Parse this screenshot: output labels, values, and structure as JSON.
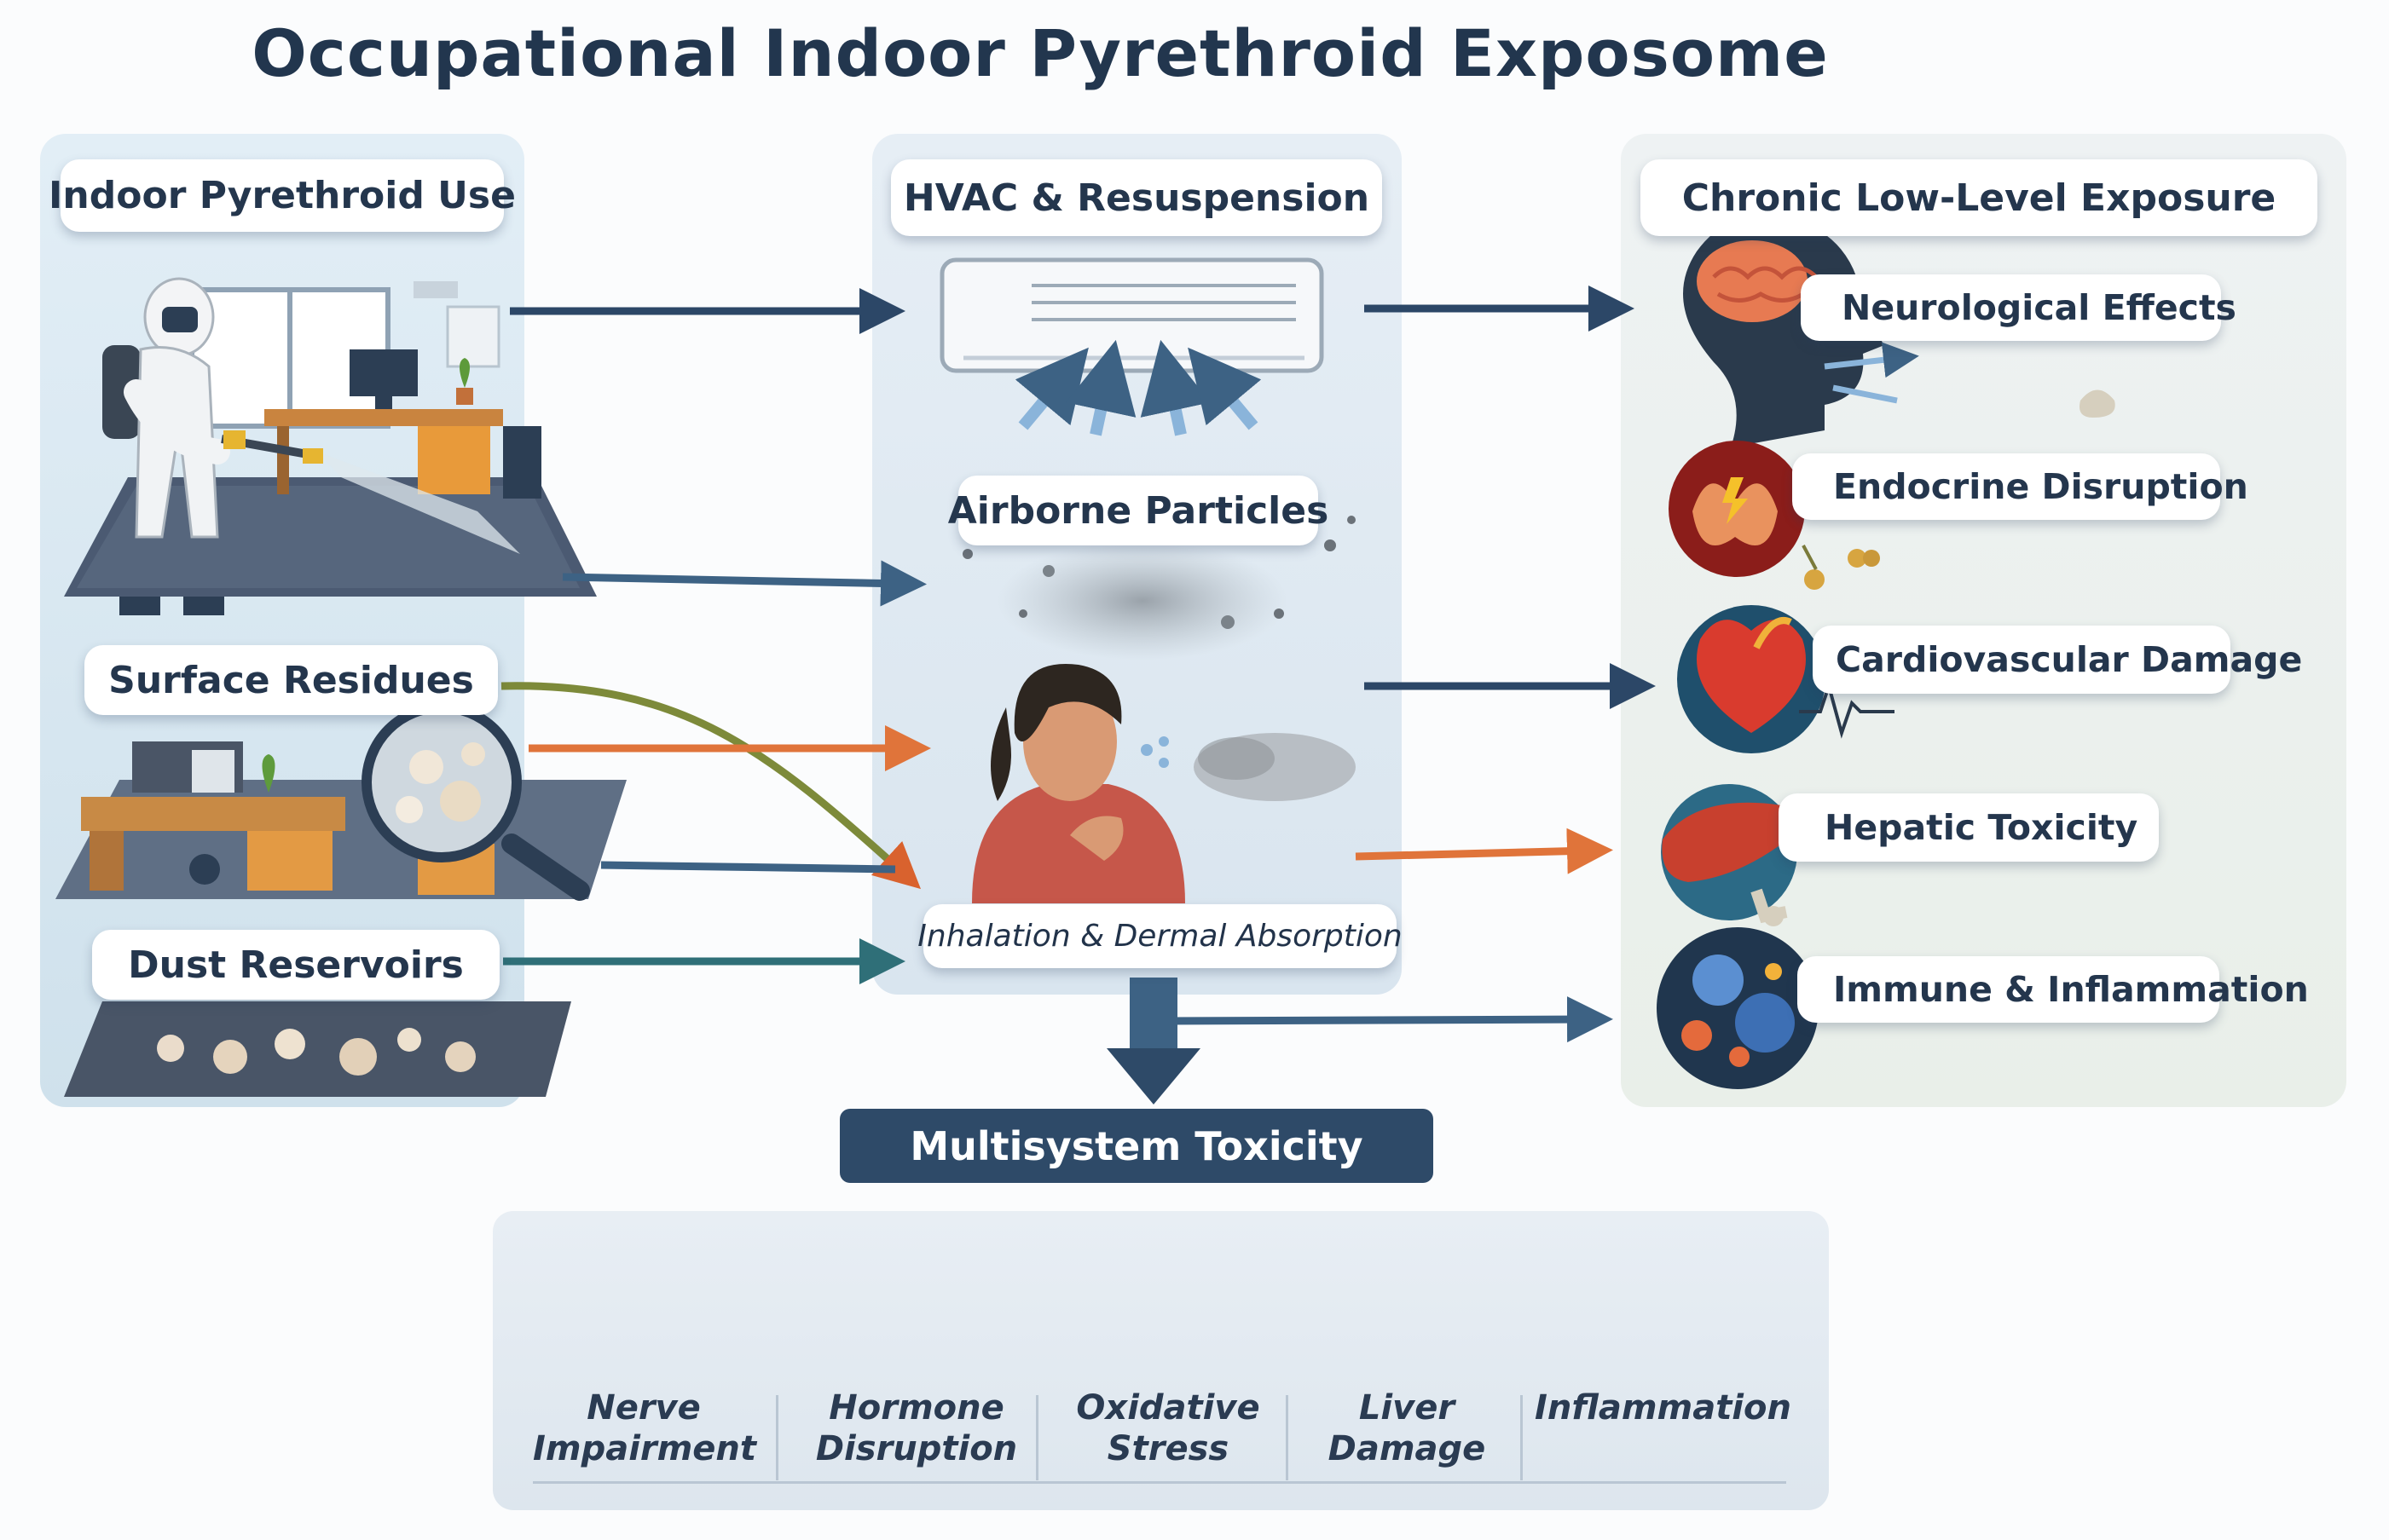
{
  "title": "Occupational Indoor Pyrethroid Exposome",
  "sources": {
    "heading": "Indoor Pyrethroid Use",
    "surface": "Surface Residues",
    "dust": "Dust Reservoirs"
  },
  "pathway": {
    "heading": "HVAC & Resuspension",
    "airborne": "Airborne Particles",
    "absorption": "Inhalation & Dermal Absorption"
  },
  "effects": {
    "heading": "Chronic Low-Level Exposure",
    "items": [
      {
        "label": "Neurological Effects"
      },
      {
        "label": "Endocrine Disruption"
      },
      {
        "label": "Cardiovascular Damage"
      },
      {
        "label": "Hepatic Toxicity"
      },
      {
        "label": "Immune & Inflammation"
      }
    ]
  },
  "outcome": {
    "label": "Multisystem Toxicity",
    "items": [
      {
        "line1": "Nerve",
        "line2": "Impairment"
      },
      {
        "line1": "Hormone",
        "line2": "Disruption"
      },
      {
        "line1": "Oxidative",
        "line2": "Stress"
      },
      {
        "line1": "Liver",
        "line2": "Damage"
      },
      {
        "line1": "Inflammation",
        "line2": ""
      }
    ]
  },
  "colors": {
    "navy_arrow": "#2c4767",
    "orange_arrow": "#e0743a",
    "olive_arrow": "#7d8a3a",
    "teal_arrow": "#2f6f78"
  }
}
